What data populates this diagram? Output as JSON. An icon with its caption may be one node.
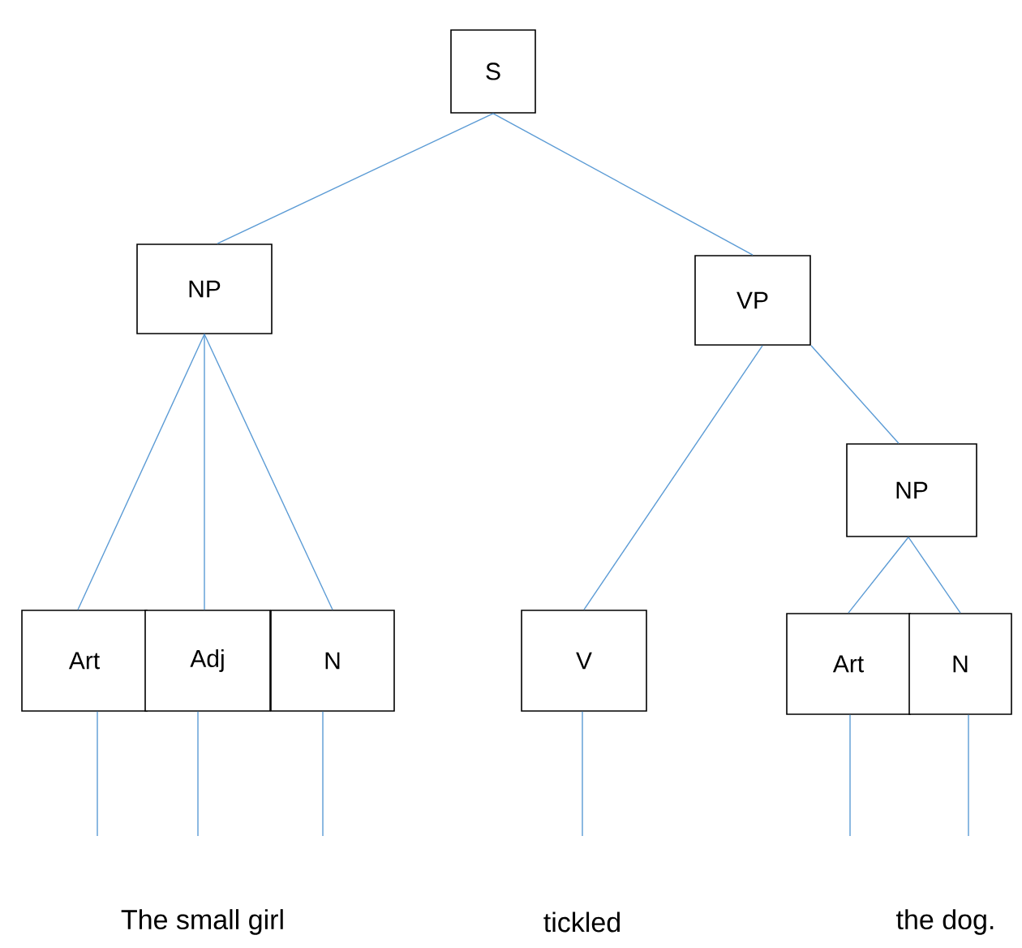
{
  "diagram": {
    "nodes": [
      {
        "text": [
          "S"
        ]
      },
      {
        "text": [
          "NP"
        ]
      },
      {
        "text": [
          "VP"
        ]
      },
      {
        "text": [
          "Art"
        ]
      },
      {
        "text": [
          "Adj"
        ]
      },
      {
        "text": [
          "N"
        ]
      },
      {
        "text": [
          "V"
        ]
      },
      {
        "text": [
          "NP"
        ]
      },
      {
        "text": [
          "Art"
        ]
      },
      {
        "text": [
          "N"
        ]
      }
    ],
    "edges": [
      {
        "from": 0,
        "to": 1,
        "arrow": "none"
      },
      {
        "from": 0,
        "to": 2,
        "arrow": "none"
      },
      {
        "from": 1,
        "to": 3,
        "arrow": "none"
      },
      {
        "from": 1,
        "to": 4,
        "arrow": "none"
      },
      {
        "from": 1,
        "to": 5,
        "arrow": "none"
      },
      {
        "from": 2,
        "to": 6,
        "arrow": "none"
      },
      {
        "from": 2,
        "to": 7,
        "arrow": "none"
      },
      {
        "from": 7,
        "to": 8,
        "arrow": "none"
      },
      {
        "from": 7,
        "to": 9,
        "arrow": "none"
      },
      {
        "from": 3,
        "to": null,
        "arrow": "none"
      },
      {
        "from": 4,
        "to": null,
        "arrow": "none"
      },
      {
        "from": 5,
        "to": null,
        "arrow": "none"
      },
      {
        "from": 6,
        "to": null,
        "arrow": "none"
      },
      {
        "from": 8,
        "to": null,
        "arrow": "none"
      },
      {
        "from": 9,
        "to": null,
        "arrow": "none"
      }
    ],
    "labels": [
      "The small girl",
      "tickled",
      "the dog."
    ]
  }
}
